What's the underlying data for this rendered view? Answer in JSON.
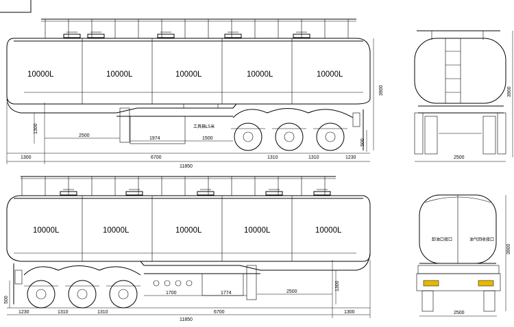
{
  "top_view": {
    "compartments": [
      "10000L",
      "10000L",
      "10000L",
      "10000L",
      "10000L"
    ],
    "axle_note": "工具箱L5米",
    "dims_bottom": [
      "1300",
      "6700",
      "11850",
      "1310",
      "1310",
      "1230"
    ],
    "dims_mid": [
      "2500",
      "1974",
      "1500"
    ],
    "dim_left_height": "1300",
    "dim_right_total": "3900",
    "dim_right_wheel": "500"
  },
  "top_end_view": {
    "width_dim": "2500",
    "height_dim": "3900"
  },
  "bottom_view": {
    "compartments": [
      "10000L",
      "10000L",
      "10000L",
      "10000L",
      "10000L"
    ],
    "dims_bottom": [
      "1230",
      "1310",
      "1310",
      "6700",
      "1300",
      "11850"
    ],
    "dims_mid": [
      "1700",
      "1774",
      "2500"
    ],
    "dim_left_wheel": "500",
    "dim_right_height": "1300"
  },
  "bottom_end_view": {
    "label_left": "卸油口接口",
    "label_right": "油气回收接口",
    "width_dim": "2500",
    "height_dim": "3900"
  }
}
